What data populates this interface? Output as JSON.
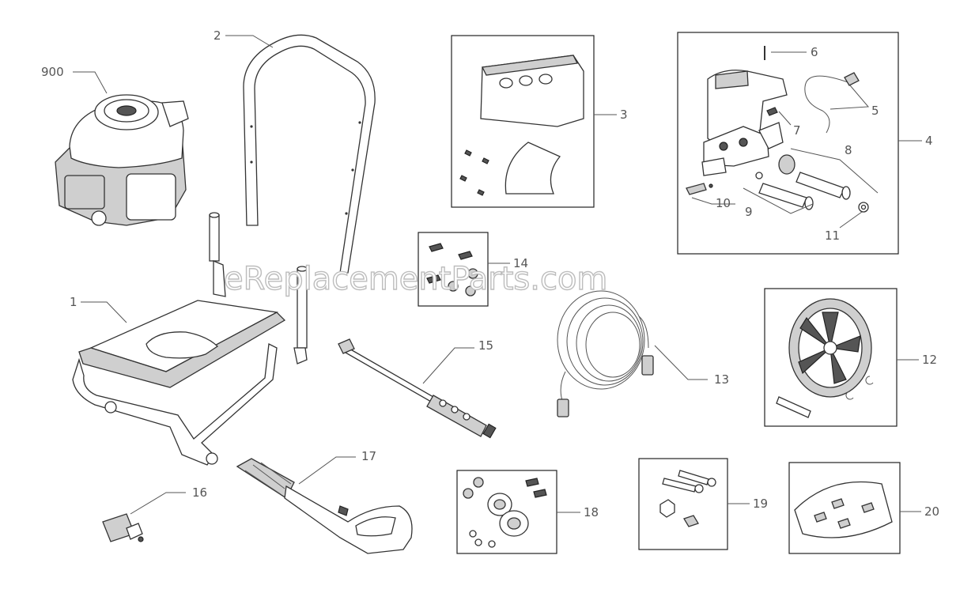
{
  "diagram": {
    "watermark": "eReplacementParts.com",
    "callouts": {
      "c900": "900",
      "c1": "1",
      "c2": "2",
      "c3": "3",
      "c4": "4",
      "c5": "5",
      "c6": "6",
      "c7": "7",
      "c8": "8",
      "c9": "9",
      "c10": "10",
      "c11": "11",
      "c12": "12",
      "c13": "13",
      "c14": "14",
      "c15": "15",
      "c16": "16",
      "c17": "17",
      "c18": "18",
      "c19": "19",
      "c20": "20"
    }
  }
}
